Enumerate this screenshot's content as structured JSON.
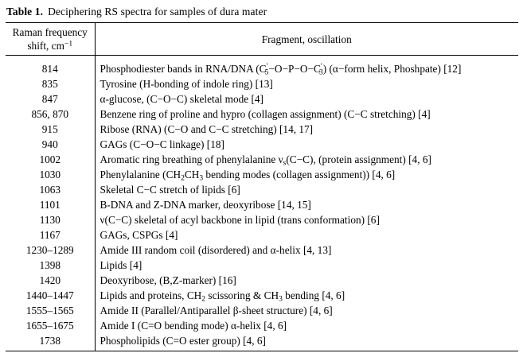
{
  "page": {
    "background_color": "#ffffff",
    "text_color": "#000000",
    "rule_color": "#000000"
  },
  "caption": {
    "label": "Table 1.",
    "text": "Deciphering RS spectra for samples of dura mater"
  },
  "table": {
    "columns": {
      "frequency": {
        "header_line1": "Raman frequency",
        "header_line2_html": "shift, cm<sup>−1</sup>"
      },
      "fragment": {
        "header": "Fragment, oscillation"
      }
    },
    "rows": [
      {
        "freq": "814",
        "fragment_html": "Phosphodiester bands in RNA/DNA (C<sup class=\"pr\">′</sup><sub>5</sub>−O−P−O−C<sup class=\"pr\">′</sup><sub>3</sub>) (α−form helix, Phoshpate) [12]"
      },
      {
        "freq": "835",
        "fragment_html": "Tyrosine (H-bonding of indole ring) [13]"
      },
      {
        "freq": "847",
        "fragment_html": "α-glucose, (C−O−C) skeletal mode [4]"
      },
      {
        "freq": "856, 870",
        "fragment_html": "Benzene ring of proline and hypro (collagen assignment) (C−C stretching) [4]"
      },
      {
        "freq": "915",
        "fragment_html": "Ribose (RNA) (C−O and C−C stretching) [14, 17]"
      },
      {
        "freq": "940",
        "fragment_html": "GAGs (C−O−C linkage) [18]"
      },
      {
        "freq": "1002",
        "fragment_html": "Aromatic ring breathing of phenylalanine ν<sub>s</sub>(C−C), (protein assignment) [4, 6]"
      },
      {
        "freq": "1030",
        "fragment_html": "Phenylalanine (CH<sub>2</sub>CH<sub>3</sub> bending modes (collagen assignment)) [4, 6]"
      },
      {
        "freq": "1063",
        "fragment_html": "Skeletal C−C stretch of lipids [6]"
      },
      {
        "freq": "1101",
        "fragment_html": "B-DNA and Z-DNA marker, deoxyribose [14, 15]"
      },
      {
        "freq": "1130",
        "fragment_html": "ν(C−C) skeletal of acyl backbone in lipid (trans conformation) [6]"
      },
      {
        "freq": "1167",
        "fragment_html": "GAGs, CSPGs [4]"
      },
      {
        "freq": "1230–1289",
        "fragment_html": "Amide III random coil (disordered) and α-helix [4, 13]"
      },
      {
        "freq": "1398",
        "fragment_html": "Lipids [4]"
      },
      {
        "freq": "1420",
        "fragment_html": "Deoxyribose, (B,Z-marker) [16]"
      },
      {
        "freq": "1440–1447",
        "fragment_html": "Lipids and proteins, CH<sub>2</sub> scissoring &amp; CH<sub>3</sub> bending [4, 6]"
      },
      {
        "freq": "1555–1565",
        "fragment_html": "Amide II (Parallel/Antiparallel β-sheet structure) [4, 6]"
      },
      {
        "freq": "1655–1675",
        "fragment_html": "Amide I (C=O bending mode) α-helix [4, 6]"
      },
      {
        "freq": "1738",
        "fragment_html": "Phospholipids (C=O ester group) [4, 6]"
      }
    ]
  }
}
